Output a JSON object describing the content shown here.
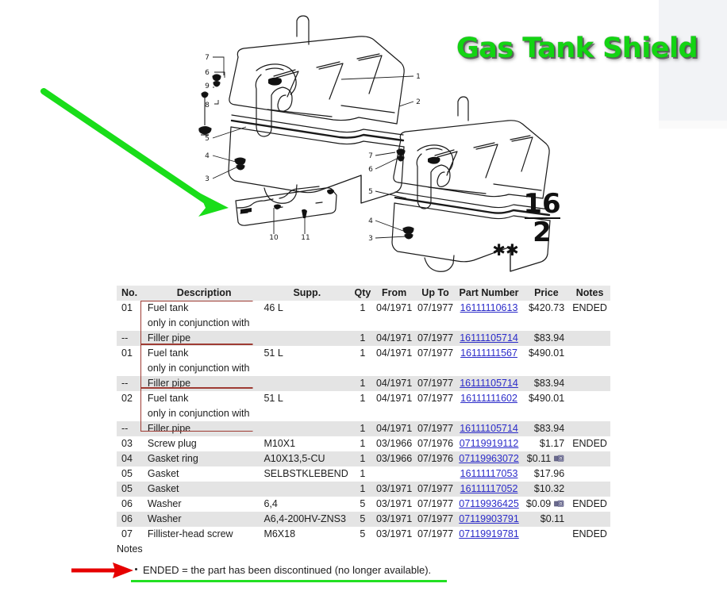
{
  "title": {
    "text": "Gas Tank Shield",
    "color": "#13d413"
  },
  "diagram": {
    "plate_number_top": "16",
    "plate_number_bottom": "2",
    "plate_asterisks": "✱✱",
    "callouts_left_tank": [
      "7",
      "6",
      "9",
      "8",
      "5",
      "4",
      "3",
      "1",
      "2"
    ],
    "callouts_right_tank": [
      "7",
      "6",
      "5",
      "4",
      "3"
    ],
    "callouts_shield": [
      "10",
      "11"
    ],
    "green_arrow": "green-pointer-arrow",
    "red_arrow": "red-pointer-arrow"
  },
  "table": {
    "columns": [
      "No.",
      "Description",
      "Supp.",
      "Qty",
      "From",
      "Up To",
      "Part Number",
      "Price",
      "Notes"
    ],
    "rows": [
      {
        "no": "01",
        "desc": "Fuel tank",
        "supp": "46 L",
        "qty": "1",
        "from": "04/1971",
        "upto": "07/1977",
        "part": "16111110613",
        "price": "$420.73",
        "notes": "ENDED",
        "shaded": false,
        "icon": false
      },
      {
        "no": "",
        "desc": "only in conjunction with",
        "supp": "",
        "qty": "",
        "from": "",
        "upto": "",
        "part": "",
        "price": "",
        "notes": "",
        "shaded": false,
        "icon": false
      },
      {
        "no": "--",
        "desc": "Filler pipe",
        "supp": "",
        "qty": "1",
        "from": "04/1971",
        "upto": "07/1977",
        "part": "16111105714",
        "price": "$83.94",
        "notes": "",
        "shaded": true,
        "icon": false
      },
      {
        "no": "01",
        "desc": "Fuel tank",
        "supp": "51 L",
        "qty": "1",
        "from": "04/1971",
        "upto": "07/1977",
        "part": "16111111567",
        "price": "$490.01",
        "notes": "",
        "shaded": false,
        "icon": false
      },
      {
        "no": "",
        "desc": "only in conjunction with",
        "supp": "",
        "qty": "",
        "from": "",
        "upto": "",
        "part": "",
        "price": "",
        "notes": "",
        "shaded": false,
        "icon": false
      },
      {
        "no": "--",
        "desc": "Filler pipe",
        "supp": "",
        "qty": "1",
        "from": "04/1971",
        "upto": "07/1977",
        "part": "16111105714",
        "price": "$83.94",
        "notes": "",
        "shaded": true,
        "icon": false
      },
      {
        "no": "02",
        "desc": "Fuel tank",
        "supp": "51 L",
        "qty": "1",
        "from": "04/1971",
        "upto": "07/1977",
        "part": "16111111602",
        "price": "$490.01",
        "notes": "",
        "shaded": false,
        "icon": false
      },
      {
        "no": "",
        "desc": "only in conjunction with",
        "supp": "",
        "qty": "",
        "from": "",
        "upto": "",
        "part": "",
        "price": "",
        "notes": "",
        "shaded": false,
        "icon": false
      },
      {
        "no": "--",
        "desc": "Filler pipe",
        "supp": "",
        "qty": "1",
        "from": "04/1971",
        "upto": "07/1977",
        "part": "16111105714",
        "price": "$83.94",
        "notes": "",
        "shaded": true,
        "icon": false
      },
      {
        "no": "03",
        "desc": "Screw plug",
        "supp": "M10X1",
        "qty": "1",
        "from": "03/1966",
        "upto": "07/1976",
        "part": "07119919112",
        "price": "$1.17",
        "notes": "ENDED",
        "shaded": false,
        "icon": false
      },
      {
        "no": "04",
        "desc": "Gasket ring",
        "supp": "A10X13,5-CU",
        "qty": "1",
        "from": "03/1966",
        "upto": "07/1976",
        "part": "07119963072",
        "price": "$0.11",
        "notes": "",
        "shaded": true,
        "icon": true
      },
      {
        "no": "05",
        "desc": "Gasket",
        "supp": "SELBSTKLEBEND",
        "qty": "1",
        "from": "",
        "upto": "",
        "part": "16111117053",
        "price": "$17.96",
        "notes": "",
        "shaded": false,
        "icon": false
      },
      {
        "no": "05",
        "desc": "Gasket",
        "supp": "",
        "qty": "1",
        "from": "03/1971",
        "upto": "07/1977",
        "part": "16111117052",
        "price": "$10.32",
        "notes": "",
        "shaded": true,
        "icon": false
      },
      {
        "no": "06",
        "desc": "Washer",
        "supp": "6,4",
        "qty": "5",
        "from": "03/1971",
        "upto": "07/1977",
        "part": "07119936425",
        "price": "$0.09",
        "notes": "ENDED",
        "shaded": false,
        "icon": true
      },
      {
        "no": "06",
        "desc": "Washer",
        "supp": "A6,4-200HV-ZNS3",
        "qty": "5",
        "from": "03/1971",
        "upto": "07/1977",
        "part": "07119903791",
        "price": "$0.11",
        "notes": "",
        "shaded": true,
        "icon": false
      },
      {
        "no": "07",
        "desc": "Fillister-head screw",
        "supp": "M6X18",
        "qty": "5",
        "from": "03/1971",
        "upto": "07/1977",
        "part": "07119919781",
        "price": "",
        "notes": "ENDED",
        "shaded": false,
        "icon": false
      }
    ]
  },
  "notes": {
    "heading": "Notes",
    "items": [
      "ENDED = the part has been discontinued (no longer available)."
    ]
  }
}
